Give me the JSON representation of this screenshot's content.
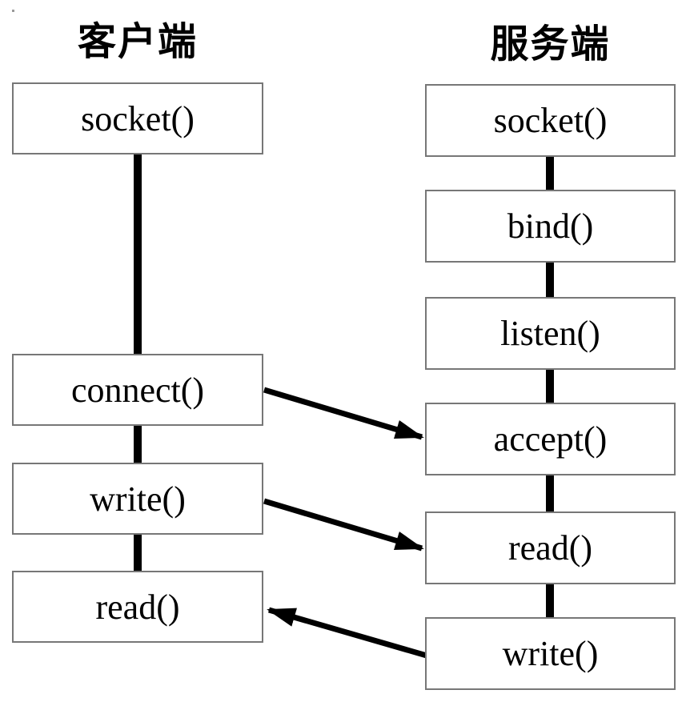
{
  "diagram": {
    "client": {
      "title": "客户端",
      "boxes": [
        {
          "label": "socket()"
        },
        {
          "label": "connect()"
        },
        {
          "label": "write()"
        },
        {
          "label": "read()"
        }
      ]
    },
    "server": {
      "title": "服务端",
      "boxes": [
        {
          "label": "socket()"
        },
        {
          "label": "bind()"
        },
        {
          "label": "listen()"
        },
        {
          "label": "accept()"
        },
        {
          "label": "read()"
        },
        {
          "label": "write()"
        }
      ]
    },
    "arrows": [
      {
        "from": "client connect()",
        "to": "server accept()"
      },
      {
        "from": "client write()",
        "to": "server read()"
      },
      {
        "from": "server write()",
        "to": "client read()"
      }
    ],
    "colors": {
      "box_border": "#777777",
      "line": "#000000",
      "text": "#000000",
      "background": "#ffffff"
    }
  }
}
